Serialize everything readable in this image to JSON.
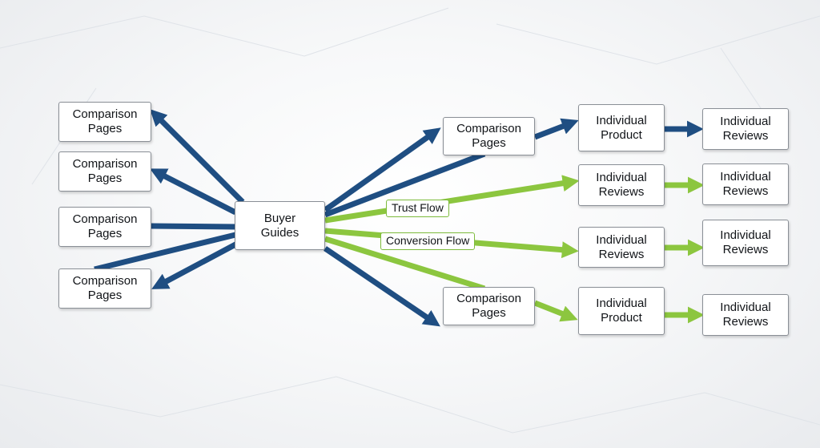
{
  "diagram": {
    "hub": "Buyer Guides",
    "left_targets": [
      "Comparison Pages",
      "Comparison Pages",
      "Comparison Pages",
      "Comparison Pages"
    ],
    "right": {
      "comparison_top": "Comparison Pages",
      "comparison_bottom": "Comparison Pages",
      "column2": [
        "Individual Product",
        "Individual Reviews",
        "Individual Reviews",
        "Individual Product"
      ],
      "column3": [
        "Individual Reviews",
        "Individual Reviews",
        "Individual Reviews",
        "Individual Reviews"
      ]
    },
    "flow_labels": {
      "trust": "Trust Flow",
      "conversion": "Conversion Flow"
    },
    "colors": {
      "blue_flow": "#1f4e82",
      "green_flow": "#8cc63f",
      "node_border": "#8a8f96"
    }
  }
}
